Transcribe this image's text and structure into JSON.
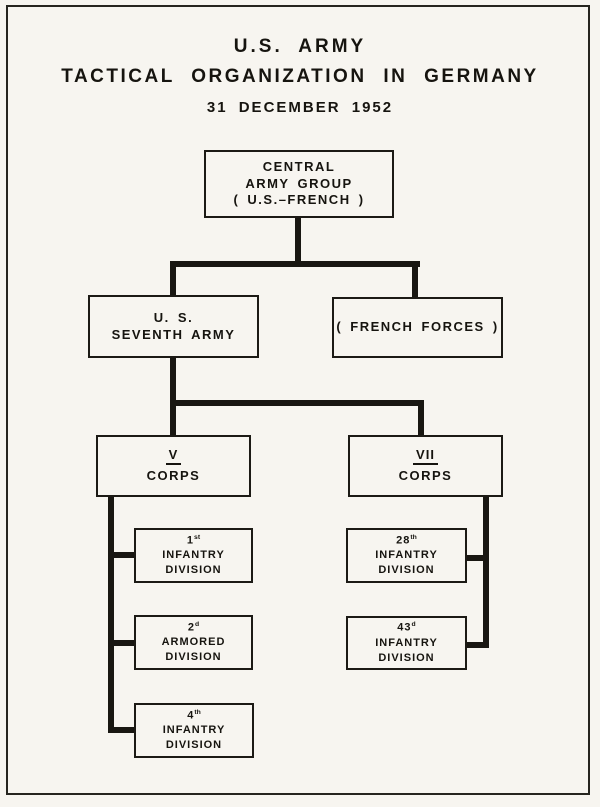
{
  "title": {
    "line1": "U.S.  ARMY",
    "line2": "TACTICAL  ORGANIZATION  IN  GERMANY",
    "line3": "31  DECEMBER  1952"
  },
  "nodes": {
    "central_army_group": {
      "line1": "CENTRAL",
      "line2": "ARMY GROUP",
      "line3": "( U.S.–FRENCH )"
    },
    "seventh_army": {
      "line1": "U. S.",
      "line2": "SEVENTH  ARMY"
    },
    "french_forces": {
      "line1": "( FRENCH FORCES )"
    },
    "v_corps": {
      "numeral": "V",
      "label": "CORPS"
    },
    "vii_corps": {
      "numeral": "VII",
      "label": "CORPS"
    },
    "div_1st": {
      "num": "1",
      "sup": "st",
      "line2": "INFANTRY",
      "line3": "DIVISION"
    },
    "div_2d": {
      "num": "2",
      "sup": "d",
      "line2": "ARMORED",
      "line3": "DIVISION"
    },
    "div_4th": {
      "num": "4",
      "sup": "th",
      "line2": "INFANTRY",
      "line3": "DIVISION"
    },
    "div_28th": {
      "num": "28",
      "sup": "th",
      "line2": "INFANTRY",
      "line3": "DIVISION"
    },
    "div_43d": {
      "num": "43",
      "sup": "d",
      "line2": "INFANTRY",
      "line3": "DIVISION"
    }
  },
  "colors": {
    "paper": "#f7f5f0",
    "ink": "#16140f",
    "line": "#191712"
  }
}
